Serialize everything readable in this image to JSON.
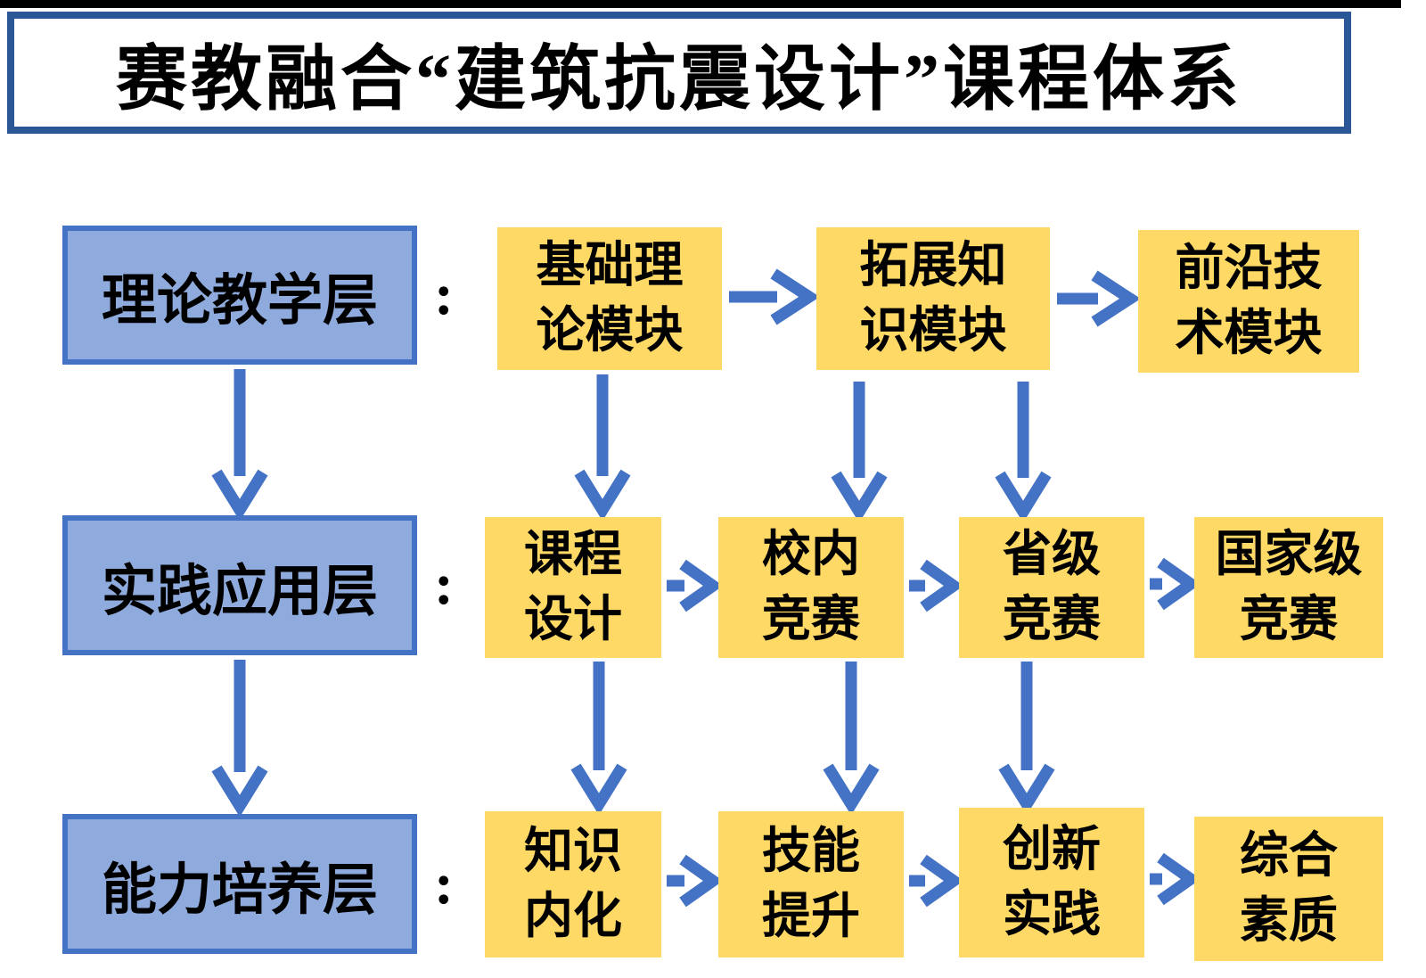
{
  "title": "赛教融合“建筑抗震设计”课程体系",
  "colors": {
    "top_bar": "#000000",
    "title_border": "#2B5797",
    "box_blue_fill": "#8FAADC",
    "box_blue_border": "#4472C4",
    "box_yellow": "#FFD966",
    "arrow": "#4472C4",
    "ink": "#000000"
  },
  "layers": [
    {
      "id": "theory",
      "label": "理论教学层",
      "colon": ":",
      "nodes": [
        "基础理\n论模块",
        "拓展知\n识模块",
        "前沿技\n术模块"
      ]
    },
    {
      "id": "practice",
      "label": "实践应用层",
      "colon": ":",
      "nodes": [
        "课程\n设计",
        "校内\n竞赛",
        "省级\n竞赛",
        "国家级\n竞赛"
      ]
    },
    {
      "id": "ability",
      "label": "能力培养层",
      "colon": ":",
      "nodes": [
        "知识\n内化",
        "技能\n提升",
        "创新\n实践",
        "综合\n素质"
      ]
    }
  ],
  "edges": [
    {
      "from": "理论教学层",
      "to": "实践应用层"
    },
    {
      "from": "实践应用层",
      "to": "能力培养层"
    },
    {
      "from": "基础理论模块",
      "to": "拓展知识模块"
    },
    {
      "from": "拓展知识模块",
      "to": "前沿技术模块"
    },
    {
      "from": "基础理论模块",
      "to": "课程设计"
    },
    {
      "from": "拓展知识模块",
      "to": "校内竞赛"
    },
    {
      "from": "拓展知识模块",
      "to": "省级竞赛"
    },
    {
      "from": "课程设计",
      "to": "校内竞赛"
    },
    {
      "from": "校内竞赛",
      "to": "省级竞赛"
    },
    {
      "from": "省级竞赛",
      "to": "国家级竞赛"
    },
    {
      "from": "课程设计",
      "to": "知识内化"
    },
    {
      "from": "校内竞赛",
      "to": "技能提升"
    },
    {
      "from": "省级竞赛",
      "to": "创新实践"
    },
    {
      "from": "知识内化",
      "to": "技能提升"
    },
    {
      "from": "技能提升",
      "to": "创新实践"
    },
    {
      "from": "创新实践",
      "to": "综合素质"
    }
  ]
}
